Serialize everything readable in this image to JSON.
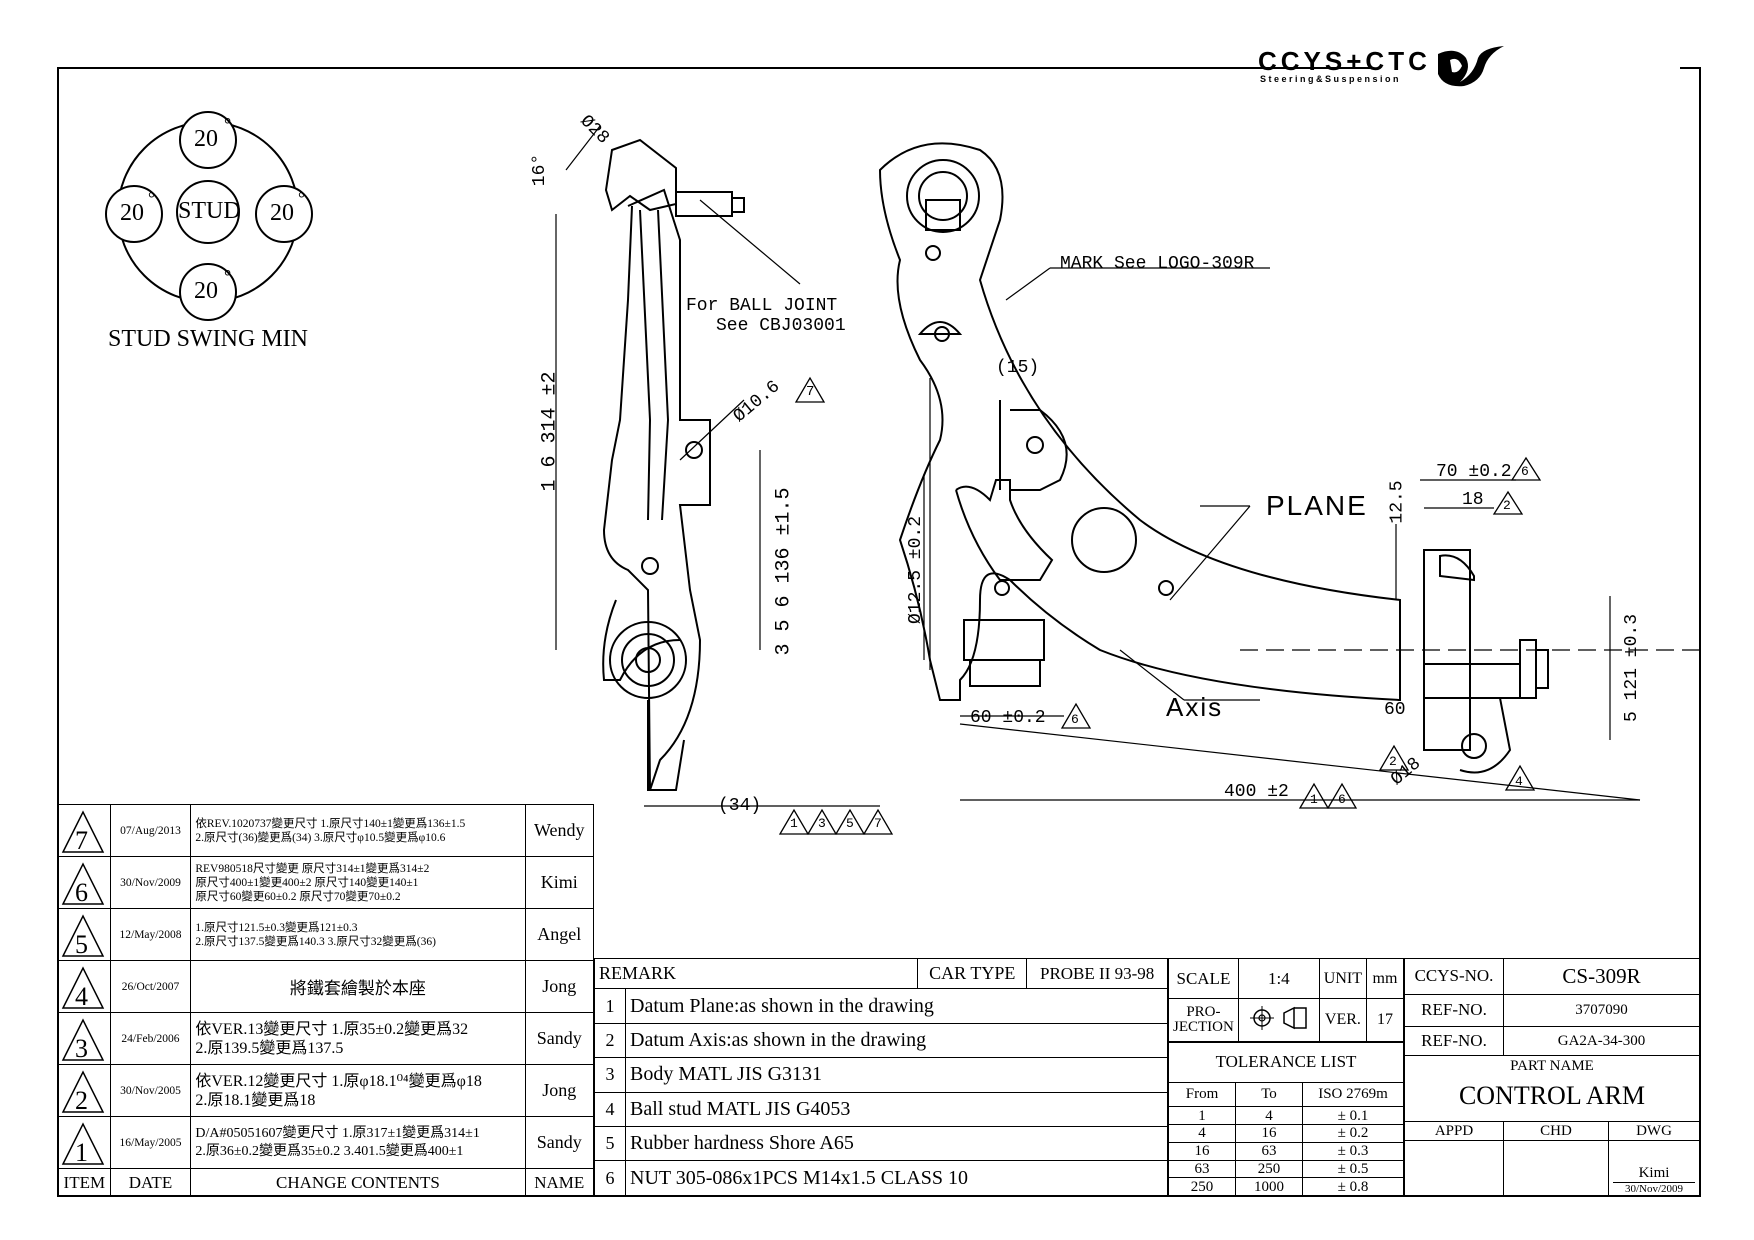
{
  "logo": {
    "brand": "CCYS+CTC",
    "tagline": "Steering&Suspension"
  },
  "stud_swing": {
    "top": "20",
    "left": "20",
    "right": "20",
    "bottom": "20",
    "center": "STUD",
    "degree": "°",
    "caption": "STUD SWING MIN"
  },
  "dims": {
    "d28": "Ø28",
    "ang16": "16°",
    "ball_joint_1": "For BALL JOINT",
    "ball_joint_2": "See CBJ03001",
    "mark_logo": "MARK See LOGO-309R",
    "len314": "314 ±2",
    "len314_tags": [
      "1",
      "6"
    ],
    "hole106": "Ø10.6",
    "hole106_tag": "7",
    "len136": "136 ±1.5",
    "len136_tags": [
      "3",
      "5",
      "6"
    ],
    "len34": "(34)",
    "len34_tags": [
      "1",
      "3",
      "5",
      "7"
    ],
    "len15": "(15)",
    "dia125": "Ø12.5 ±0.2",
    "plane": "PLANE",
    "axis": "Axis",
    "len60": "60 ±0.2",
    "len60_tag": "6",
    "len400": "400 ±2",
    "len400_tags": [
      "1",
      "6"
    ],
    "len70": "70 ±0.2",
    "len70_tag": "6",
    "len18": "18",
    "len18_tag": "2",
    "len12_5": "12.5",
    "len60b": "60",
    "len121": "121 ±0.3",
    "len121_tag": "5",
    "dia18": "Ø18",
    "dia18_tag": "2",
    "tag4": "4"
  },
  "revisions": [
    {
      "item": "7",
      "date": "07/Aug/2013",
      "content": [
        "依REV.1020737變更尺寸 1.原尺寸140±1變更爲136±1.5",
        "2.原尺寸(36)變更爲(34) 3.原尺寸φ10.5變更爲φ10.6"
      ],
      "name": "Wendy"
    },
    {
      "item": "6",
      "date": "30/Nov/2009",
      "content": [
        "REV980518尺寸變更  原尺寸314±1變更爲314±2",
        "原尺寸400±1變更400±2   原尺寸140變更140±1",
        "原尺寸60變更60±0.2   原尺寸70變更70±0.2"
      ],
      "name": "Kimi"
    },
    {
      "item": "5",
      "date": "12/May/2008",
      "content": [
        "1.原尺寸121.5±0.3變更爲121±0.3",
        "2.原尺寸137.5變更爲140.3 3.原尺寸32變更爲(36)"
      ],
      "name": "Angel"
    },
    {
      "item": "4",
      "date": "26/Oct/2007",
      "content": [
        "將鐵套繪製於本座"
      ],
      "name": "Jong"
    },
    {
      "item": "3",
      "date": "24/Feb/2006",
      "content": [
        "依VER.13變更尺寸 1.原35±0.2變更爲32",
        "2.原139.5變更爲137.5"
      ],
      "name": "Sandy"
    },
    {
      "item": "2",
      "date": "30/Nov/2005",
      "content": [
        "依VER.12變更尺寸 1.原φ18.1⁰⁴變更爲φ18",
        "2.原18.1變更爲18"
      ],
      "name": "Jong"
    },
    {
      "item": "1",
      "date": "16/May/2005",
      "content": [
        "D/A#05051607變更尺寸 1.原317±1變更爲314±1",
        "2.原36±0.2變更爲35±0.2 3.401.5變更爲400±1"
      ],
      "name": "Sandy"
    }
  ],
  "rev_header": {
    "item": "ITEM",
    "date": "DATE",
    "content": "CHANGE CONTENTS",
    "name": "NAME"
  },
  "remarks": {
    "label": "REMARK",
    "car_type_label": "CAR TYPE",
    "car_type": "PROBE II 93-98",
    "items": [
      {
        "no": "1",
        "text": "Datum Plane:as shown in the drawing"
      },
      {
        "no": "2",
        "text": "Datum Axis:as shown in the drawing"
      },
      {
        "no": "3",
        "text": "Body MATL JIS G3131"
      },
      {
        "no": "4",
        "text": "Ball stud MATL JIS G4053"
      },
      {
        "no": "5",
        "text": "Rubber hardness Shore A65"
      },
      {
        "no": "6",
        "text": "NUT 305-086x1PCS M14x1.5 CLASS 10"
      }
    ]
  },
  "title_block": {
    "scale_label": "SCALE",
    "scale": "1:4",
    "unit_label": "UNIT",
    "unit": "mm",
    "projection_label_1": "PRO-",
    "projection_label_2": "JECTION",
    "ver_label": "VER.",
    "ver": "17",
    "tol_label": "TOLERANCE LIST",
    "tol_head": [
      "From",
      "To",
      "ISO 2769m"
    ],
    "tol_rows": [
      [
        "1",
        "4",
        "± 0.1"
      ],
      [
        "4",
        "16",
        "± 0.2"
      ],
      [
        "16",
        "63",
        "± 0.3"
      ],
      [
        "63",
        "250",
        "± 0.5"
      ],
      [
        "250",
        "1000",
        "± 0.8"
      ]
    ],
    "ccys_no_label": "CCYS-NO.",
    "ccys_no": "CS-309R",
    "ref_no_label": "REF-NO.",
    "ref_no_1": "3707090",
    "ref_no_2": "GA2A-34-300",
    "part_name_label": "PART NAME",
    "part_name": "CONTROL ARM",
    "appd": "APPD",
    "chd": "CHD",
    "dwg": "DWG",
    "drawer": "Kimi",
    "drawer_date": "30/Nov/2009"
  }
}
